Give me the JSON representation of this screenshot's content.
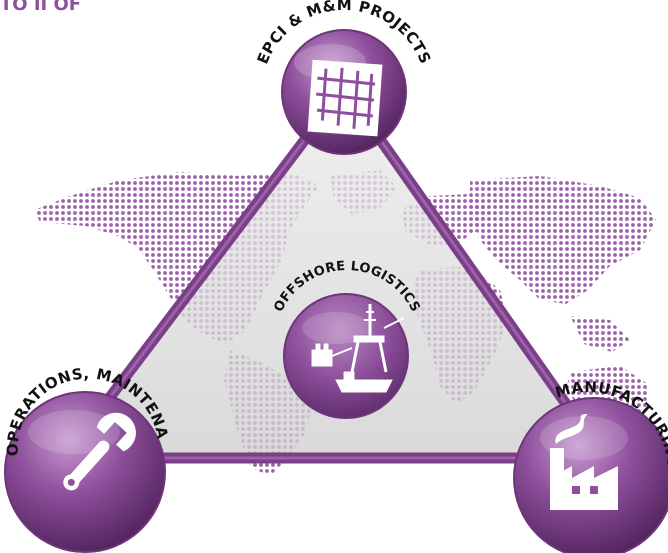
{
  "header_fragment": "TO II OF",
  "nodes": {
    "top": {
      "label": "EPCI & M&M PROJECTS",
      "icon": "blueprint-icon"
    },
    "center": {
      "label": "OFFSHORE LOGISTICS",
      "icon": "offshore-platform-icon"
    },
    "left": {
      "label": "OPERATIONS, MAINTENANCE & SERVICE",
      "icon": "wrench-icon"
    },
    "right": {
      "label": "MANUFACTURING",
      "icon": "factory-icon"
    }
  },
  "colors": {
    "purple": "#8e4f9c",
    "purple_dark": "#5e2c6e",
    "map_dots": "#9a5aa6",
    "triangle_fill": "#d9d9d9"
  }
}
